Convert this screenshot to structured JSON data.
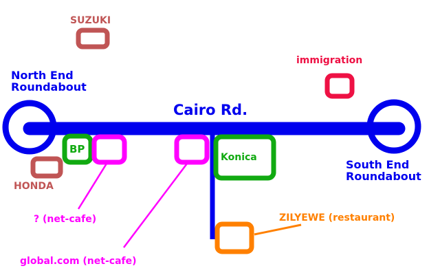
{
  "map": {
    "road_name": "Cairo Rd.",
    "roundabouts": [
      {
        "id": "north",
        "line1": "North End",
        "line2": "Roundabout"
      },
      {
        "id": "south",
        "line1": "South End",
        "line2": "Roundabout"
      }
    ],
    "places": [
      {
        "id": "suzuki",
        "label": "SUZUKI",
        "color": "#c05555"
      },
      {
        "id": "honda",
        "label": "HONDA",
        "color": "#c05555"
      },
      {
        "id": "immigration",
        "label": "immigration",
        "color": "#ee1144"
      },
      {
        "id": "bp",
        "label": "BP",
        "color": "#11aa11"
      },
      {
        "id": "konica",
        "label": "Konica",
        "color": "#11aa11"
      },
      {
        "id": "netcafe-unknown",
        "label": "? (net-cafe)",
        "color": "#ff00ff"
      },
      {
        "id": "netcafe-global",
        "label": "global.com (net-cafe)",
        "color": "#ff00ff"
      },
      {
        "id": "zilyewe",
        "label": "ZILYEWE (restaurant)",
        "color": "#ff8000"
      }
    ],
    "colors": {
      "road": "#0000ee",
      "brown": "#c05555",
      "red": "#ee1144",
      "green": "#11aa11",
      "magenta": "#ff00ff",
      "orange": "#ff8000"
    }
  }
}
